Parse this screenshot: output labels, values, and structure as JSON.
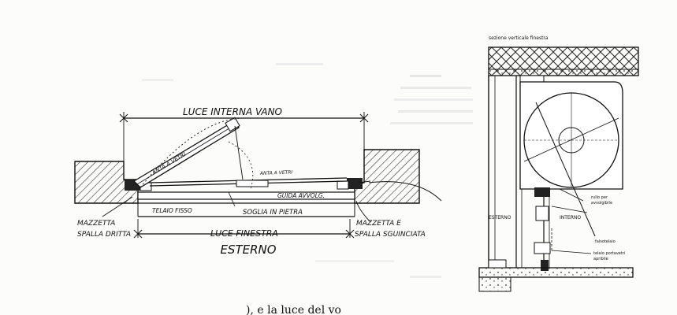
{
  "plan_section": {
    "luce_interna_vano": "LUCE INTERNA VANO",
    "anta_a_vetri_left": "ANTA A VETRI",
    "anta_a_vetri_right": "ANTA A VETRI",
    "guida_avvolg": "GUIDA AVVOLG.",
    "telaio_fisso": "TELAIO FISSO",
    "soglia_in_pietra": "SOGLIA IN PIETRA",
    "mazzetta_left_1": "MAZZETTA",
    "mazzetta_left_2": "SPALLA DRITTA",
    "mazzetta_right_1": "MAZZETTA E",
    "mazzetta_right_2": "SPALLA SGUINCIATA",
    "luce_finestra": "LUCE FINESTRA",
    "esterno": "ESTERNO"
  },
  "vertical_section": {
    "title": "sezione verticale finestra",
    "esterno": "ESTERNO",
    "interno": "INTERNO",
    "rullo_1": "rullo per",
    "rullo_2": "avvolgibile",
    "falsotelaio": "falsotelaio",
    "telaio_1": "telaio portavetri",
    "telaio_2": "apribile"
  },
  "caption": {
    "text": "), e la luce del vo"
  }
}
